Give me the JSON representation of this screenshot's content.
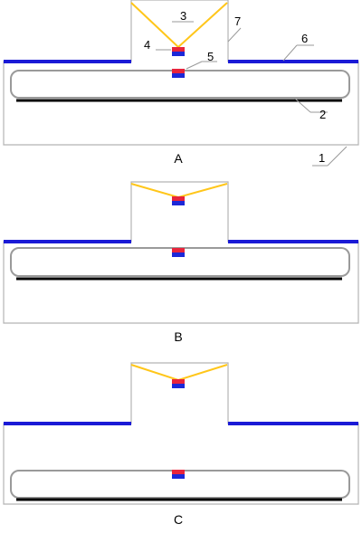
{
  "colors": {
    "outline": "#b3b3b3",
    "chamber": "#9a9a9a",
    "blue_strip": "#1a1ad6",
    "black_bar": "#000000",
    "yellow_string": "#ffc61a",
    "magnet_red": "#e8243c",
    "magnet_blue": "#1c28d8"
  },
  "labels": {
    "n1": "1",
    "n2": "2",
    "n3": "3",
    "n4": "4",
    "n5": "5",
    "n6": "6",
    "n7": "7"
  },
  "subfigures": [
    {
      "caption": "A"
    },
    {
      "caption": "B"
    },
    {
      "caption": "C"
    }
  ]
}
